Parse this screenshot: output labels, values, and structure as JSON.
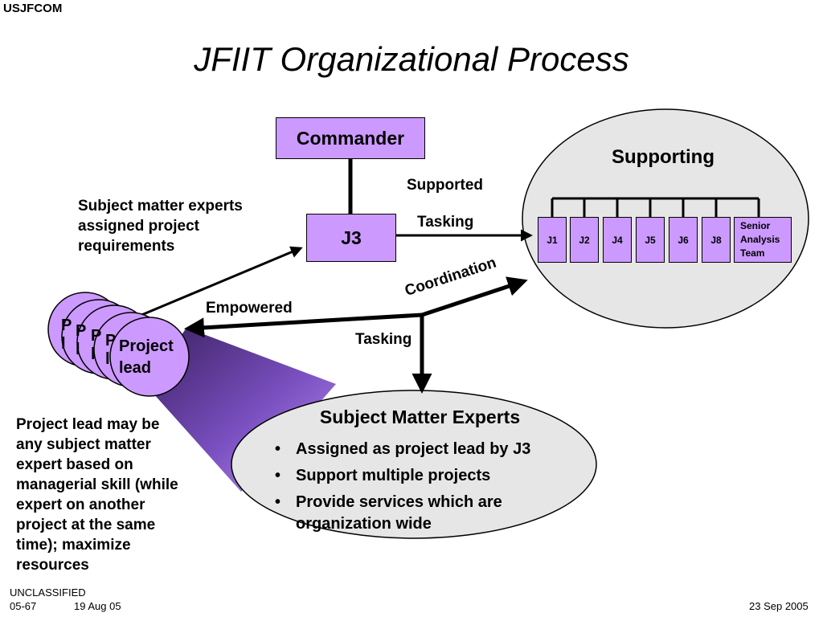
{
  "header": {
    "org": "USJFCOM",
    "title": "JFIIT Organizational Process"
  },
  "nodes": {
    "commander": "Commander",
    "j3": "J3",
    "supporting": {
      "title": "Supporting",
      "units": [
        "J1",
        "J2",
        "J4",
        "J5",
        "J6",
        "J8"
      ],
      "senior_team": "Senior\nAnalysis\nTeam"
    },
    "project_lead": {
      "label": "Project\nlead",
      "stack_partial": "P\nl"
    },
    "sme": {
      "title": "Subject Matter Experts",
      "bullets": [
        "Assigned as project lead by J3",
        "Support multiple projects",
        "Provide services which are organization wide"
      ]
    }
  },
  "edges": {
    "supported": "Supported",
    "tasking_top": "Tasking",
    "coordination": "Coordination",
    "empowered": "Empowered",
    "tasking_bottom": "Tasking"
  },
  "notes": {
    "sme_assigned": "Subject matter experts assigned project requirements",
    "project_lead_note": "Project lead may be any subject matter expert based on managerial skill (while expert on another project at the same time); maximize resources"
  },
  "colors": {
    "box_fill": "#cc99ff",
    "ellipse_fill": "#e6e6e6",
    "cone_dark": "#3a2060",
    "cone_light": "#a070e0"
  },
  "footer": {
    "classification": "UNCLASSIFIED",
    "doc_number": "05-67",
    "date_left": "19 Aug 05",
    "date_right": "23 Sep 2005"
  }
}
